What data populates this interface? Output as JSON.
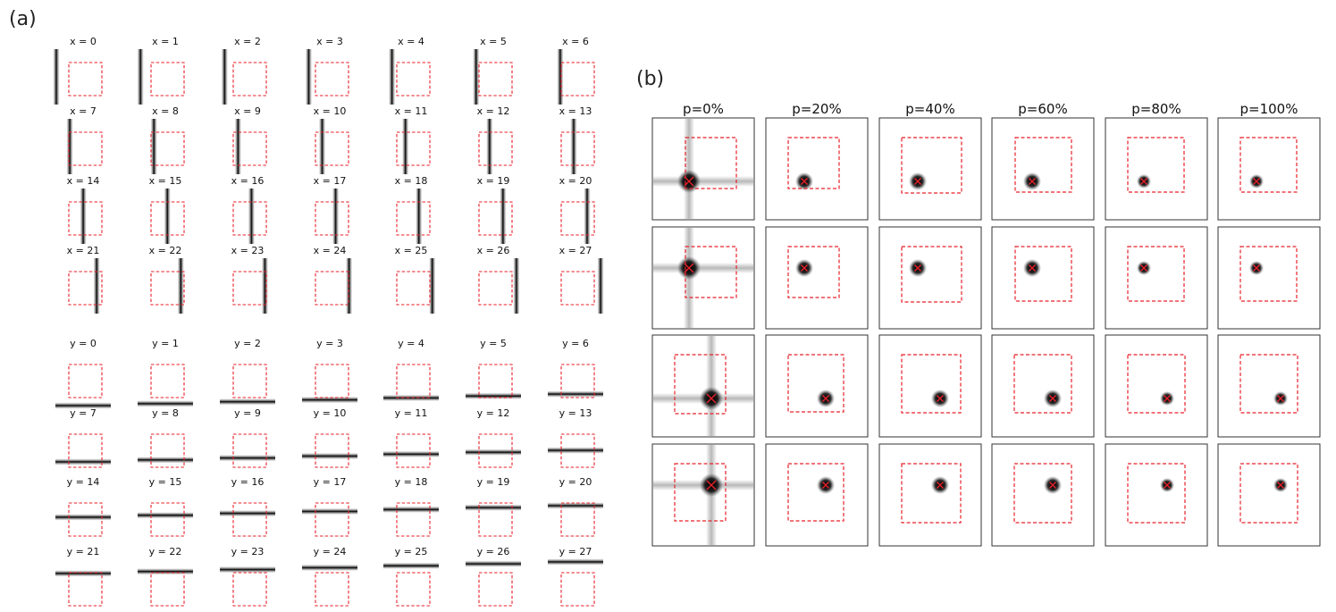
{
  "panel_a": {
    "label": "(a)",
    "x_titles": [
      "x = 0",
      "x = 1",
      "x = 2",
      "x = 3",
      "x = 4",
      "x = 5",
      "x = 6",
      "x = 7",
      "x = 8",
      "x = 9",
      "x = 10",
      "x = 11",
      "x = 12",
      "x = 13",
      "x = 14",
      "x = 15",
      "x = 16",
      "x = 17",
      "x = 18",
      "x = 19",
      "x = 20",
      "x = 21",
      "x = 22",
      "x = 23",
      "x = 24",
      "x = 25",
      "x = 26",
      "x = 27"
    ],
    "y_titles": [
      "y = 0",
      "y = 1",
      "y = 2",
      "y = 3",
      "y = 4",
      "y = 5",
      "y = 6",
      "y = 7",
      "y = 8",
      "y = 9",
      "y = 10",
      "y = 11",
      "y = 12",
      "y = 13",
      "y = 14",
      "y = 15",
      "y = 16",
      "y = 17",
      "y = 18",
      "y = 19",
      "y = 20",
      "y = 21",
      "y = 22",
      "y = 23",
      "y = 24",
      "y = 25",
      "y = 26",
      "y = 27"
    ]
  },
  "panel_b": {
    "label": "(b)",
    "columns": [
      "p=0%",
      "p=20%",
      "p=40%",
      "p=60%",
      "p=80%",
      "p=100%"
    ],
    "rows": 4
  },
  "colors": {
    "box": "#e8202a",
    "marker": "#e8202a",
    "line": "#000000",
    "frame": "#333333"
  }
}
